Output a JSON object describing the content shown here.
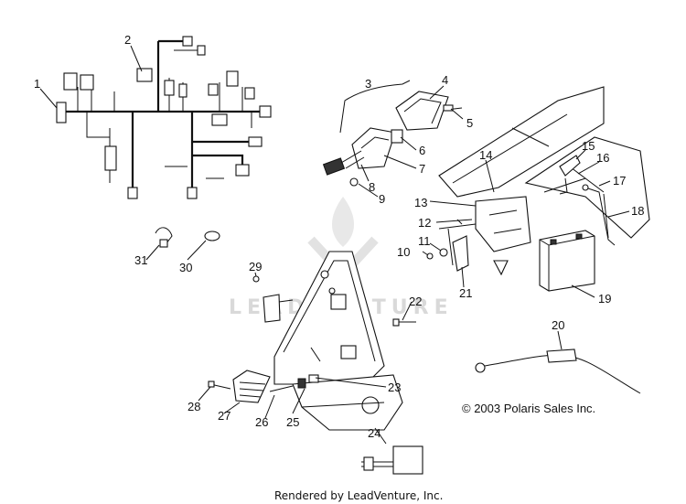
{
  "callouts": {
    "c1": "1",
    "c2": "2",
    "c3": "3",
    "c4": "4",
    "c5": "5",
    "c6": "6",
    "c7": "7",
    "c8": "8",
    "c9": "9",
    "c10": "10",
    "c11": "11",
    "c12": "12",
    "c13": "13",
    "c14": "14",
    "c15": "15",
    "c16": "16",
    "c17": "17",
    "c18": "18",
    "c19": "19",
    "c20": "20",
    "c21": "21",
    "c22": "22",
    "c23": "23",
    "c24": "24",
    "c25": "25",
    "c26": "26",
    "c27": "27",
    "c28": "28",
    "c29": "29",
    "c30": "30",
    "c31": "31"
  },
  "copyright": "© 2003 Polaris Sales Inc.",
  "footer": "Rendered by LeadVenture, Inc.",
  "watermark": "LEADVENTURE",
  "colors": {
    "line": "#111111",
    "watermark": "#d9d9d9",
    "background": "#ffffff"
  }
}
